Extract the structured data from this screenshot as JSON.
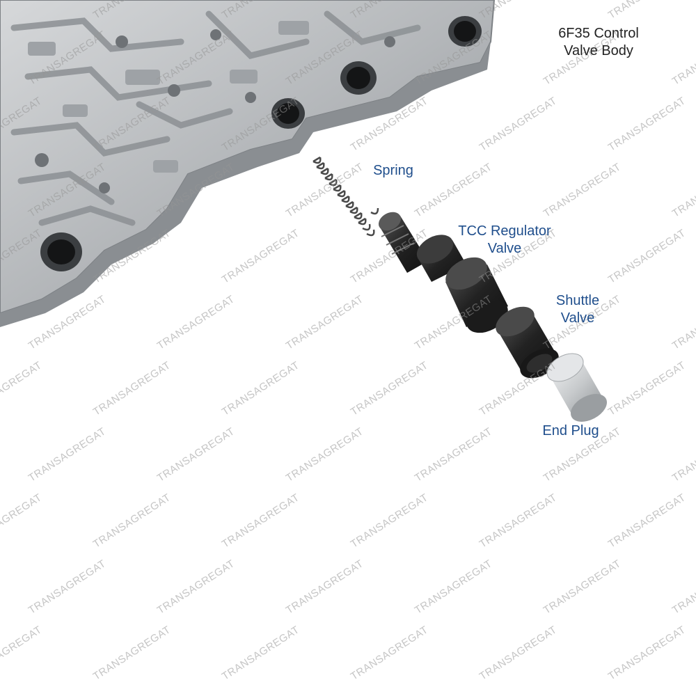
{
  "labels": {
    "title_line1": "6F35 Control",
    "title_line2": "Valve Body",
    "spring": "Spring",
    "tcc_line1": "TCC Regulator",
    "tcc_line2": "Valve",
    "shuttle_line1": "Shuttle",
    "shuttle_line2": "Valve",
    "end_plug": "End Plug"
  },
  "watermark": "TRANSAGREGAT",
  "colors": {
    "label_blue": "#1f4e8c",
    "title_text": "#222222",
    "valve_body": "#b9bcbf",
    "valve_dark": "#2a2a2a",
    "plug_silver": "#cfd2d4"
  }
}
